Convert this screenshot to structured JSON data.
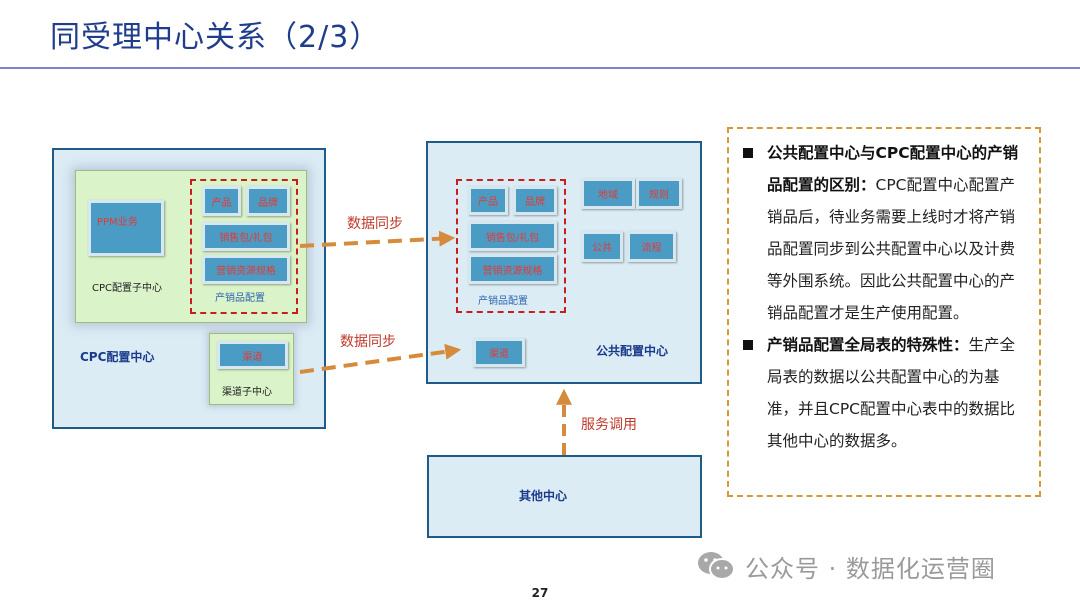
{
  "title": "同受理中心关系（2/3）",
  "cpc_center": {
    "label": "CPC配置中心",
    "cpc_sub": {
      "label": "CPC配置子中心",
      "ppm": "PPM业务",
      "group_label": "产销品配置",
      "boxes": {
        "product": "产品",
        "brand": "品牌",
        "sales_pkg": "销售包/礼包",
        "marketing": "营销资源规格"
      }
    },
    "channel_sub": {
      "label": "渠道子中心",
      "channel": "渠道"
    }
  },
  "public_center": {
    "label": "公共配置中心",
    "group_label": "产销品配置",
    "boxes": {
      "product": "产品",
      "brand": "品牌",
      "sales_pkg": "销售包/礼包",
      "marketing": "营销资源规格"
    },
    "extra": {
      "region": "地域",
      "rule": "规则",
      "public": "公共",
      "flow": "流程",
      "channel": "渠道"
    }
  },
  "other_center": {
    "label": "其他中心"
  },
  "arrows": {
    "sync1": "数据同步",
    "sync2": "数据同步",
    "service": "服务调用"
  },
  "notes": [
    {
      "head": "公共配置中心与CPC配置中心的产销品配置的区别：",
      "body": "CPC配置中心配置产销品后，待业务需要上线时才将产销品配置同步到公共配置中心以及计费等外围系统。因此公共配置中心的产销品配置才是生产使用配置。"
    },
    {
      "head": "产销品配置全局表的特殊性：",
      "body": "生产全局表的数据以公共配置中心的为基准，并且CPC配置中心表中的数据比其他中心的数据多。"
    }
  ],
  "page_number": "27",
  "watermark": {
    "text": "公众号 · 数据化运营圈",
    "icon": "wechat-icon"
  },
  "colors": {
    "title": "#1f3d8a",
    "center_fill": "#dcecf5",
    "box_fill": "#4a9cc4",
    "box_text": "#e53935",
    "arrow": "#d58a3c",
    "note_border": "#d39a36"
  }
}
